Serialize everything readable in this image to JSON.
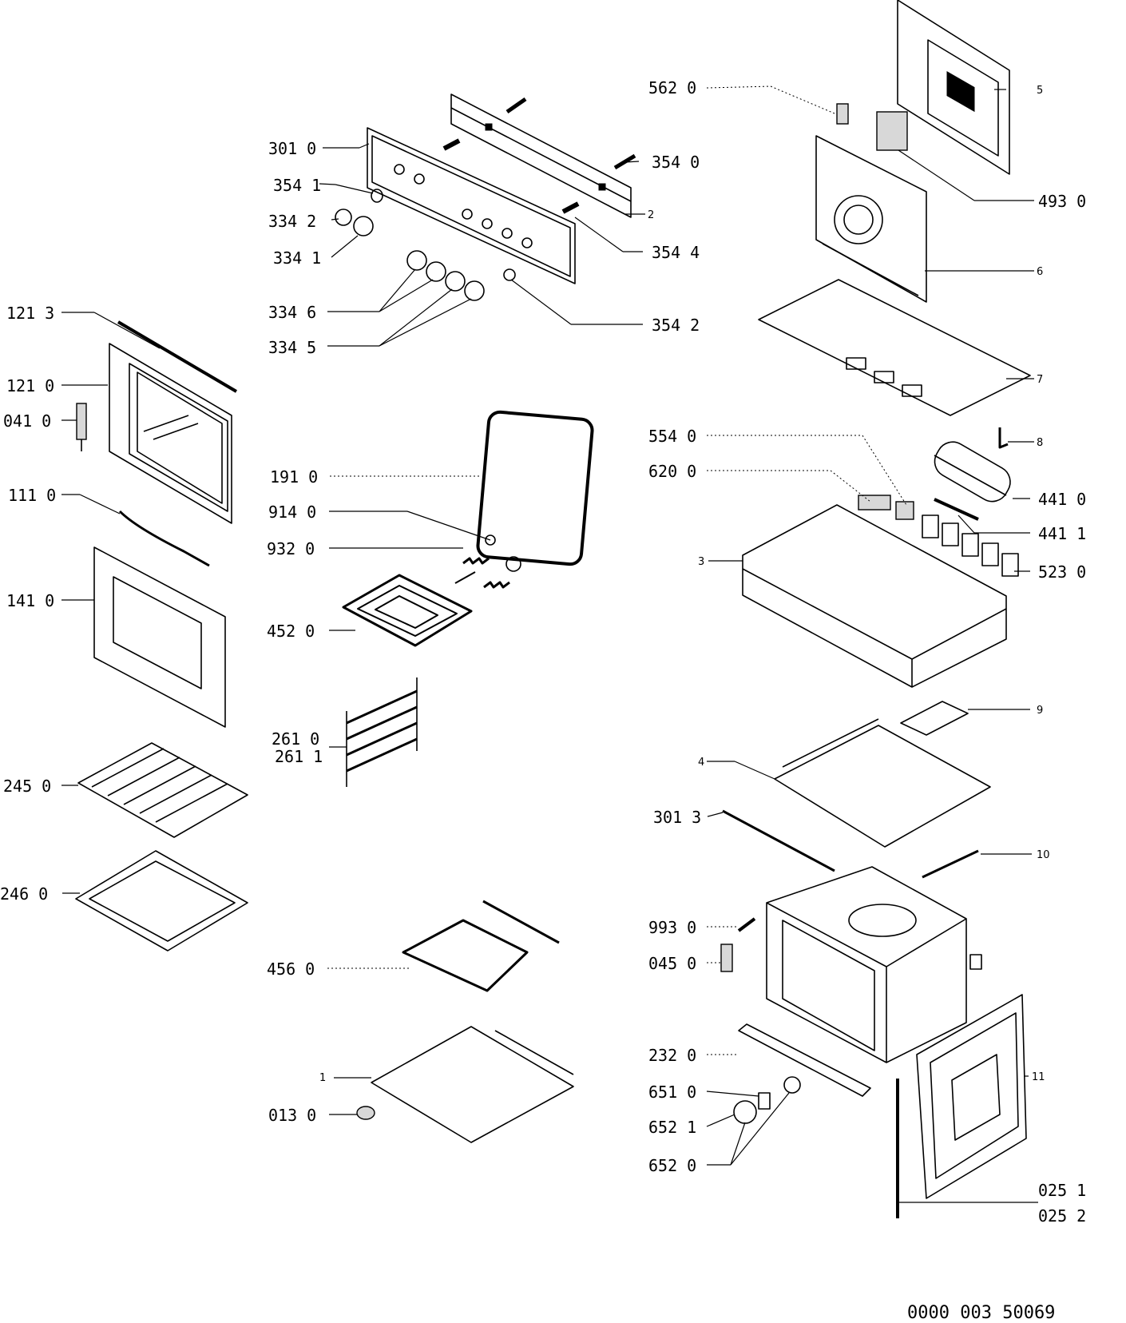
{
  "labels": {
    "l5620": "562 0",
    "l3010": "301 0",
    "l3540": "354 0",
    "l3541": "354 1",
    "l3342": "334 2",
    "l3341": "334 1",
    "l3544": "354 4",
    "l3346": "334 6",
    "l3542": "354 2",
    "l3345": "334 5",
    "l1213": "121 3",
    "l1210": "121 0",
    "l0410": "041 0",
    "l1110": "111 0",
    "l1410": "141 0",
    "l1910": "191 0",
    "l9140": "914 0",
    "l9320": "932 0",
    "l4520": "452 0",
    "l2610": "261 0",
    "l2611": "261 1",
    "l2450": "245 0",
    "l2460": "246 0",
    "l4560": "456 0",
    "l0130": "013 0",
    "l4930": "493 0",
    "l5540": "554 0",
    "l6200": "620 0",
    "l4410": "441 0",
    "l4411": "441 1",
    "l5230": "523 0",
    "l3013": "301 3",
    "l9930": "993 0",
    "l0450": "045 0",
    "l2320": "232 0",
    "l6510": "651 0",
    "l6521": "652 1",
    "l6520": "652 0",
    "l0251": "025 1",
    "l0252": "025 2",
    "n1": "1",
    "n2": "2",
    "n3": "3",
    "n4": "4",
    "n5": "5",
    "n6": "6",
    "n7": "7",
    "n8": "8",
    "n9": "9",
    "n10": "10",
    "n11": "11"
  },
  "reference": "0000  003  50069"
}
